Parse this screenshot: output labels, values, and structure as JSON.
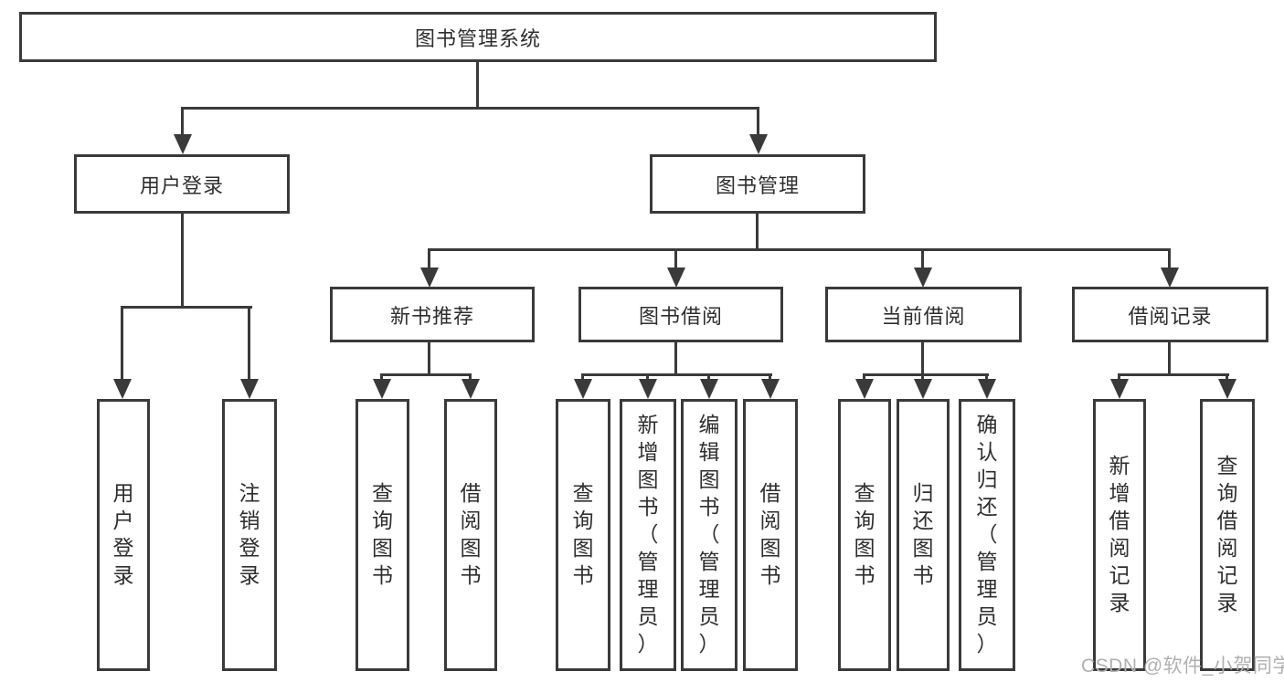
{
  "diagram": {
    "root": {
      "label": "图书管理系统"
    },
    "branches": [
      {
        "label": "用户登录",
        "children": [
          {
            "label": "用户登录"
          },
          {
            "label": "注销登录"
          }
        ]
      },
      {
        "label": "图书管理",
        "children": [
          {
            "label": "新书推荐",
            "children": [
              {
                "label": "查询图书"
              },
              {
                "label": "借阅图书"
              }
            ]
          },
          {
            "label": "图书借阅",
            "children": [
              {
                "label": "查询图书"
              },
              {
                "label": "新增图书（管理员）"
              },
              {
                "label": "编辑图书（管理员）"
              },
              {
                "label": "借阅图书"
              }
            ]
          },
          {
            "label": "当前借阅",
            "children": [
              {
                "label": "查询图书"
              },
              {
                "label": "归还图书"
              },
              {
                "label": "确认归还（管理员）"
              }
            ]
          },
          {
            "label": "借阅记录",
            "children": [
              {
                "label": "新增借阅记录"
              },
              {
                "label": "查询借阅记录"
              }
            ]
          }
        ]
      }
    ]
  },
  "watermark": {
    "text": "CSDN @软件_小贺同学"
  },
  "colors": {
    "line": "#3a3a3a",
    "text": "#2e2e2e",
    "watermark": "#b0b0b0"
  }
}
